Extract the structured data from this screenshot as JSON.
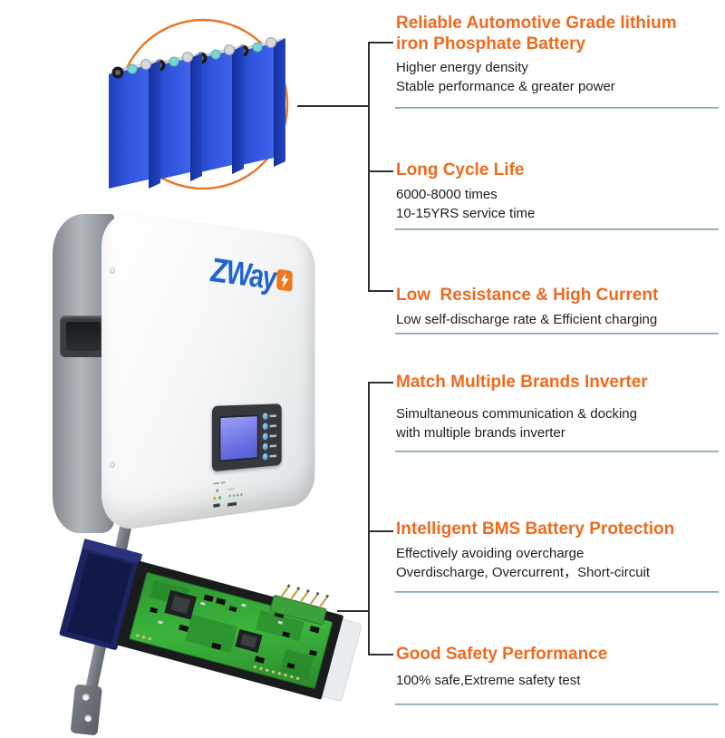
{
  "colors": {
    "accent_orange": "#ee6a1f",
    "body_text": "#1e1e1e",
    "divider": "#92abb8",
    "connector_line": "#2f2f2f",
    "cell_blue": "#2c50d4",
    "pcb_green": "#2f9e35",
    "logo_blue": "#1f63d0",
    "logo_orange": "#f07818"
  },
  "logo": {
    "text": "ZWay"
  },
  "features": [
    {
      "title": "Reliable Automotive Grade lithium\niron Phosphate Battery",
      "body": "Higher energy density\nStable performance & greater power"
    },
    {
      "title": "Long Cycle Life",
      "body": "6000-8000 times\n10-15YRS service time"
    },
    {
      "title": "Low  Resistance & High Current",
      "body": "Low self-discharge rate & Efficient charging"
    },
    {
      "title": "Match Multiple Brands Inverter",
      "body": "Simultaneous communication & docking\nwith multiple brands inverter"
    },
    {
      "title": "Intelligent BMS Battery Protection",
      "body": "Effectively avoiding overcharge\nOverdischarge, Overcurrent，Short-circuit"
    },
    {
      "title": "Good Safety Performance",
      "body": "100% safe,Extreme safety test"
    }
  ]
}
